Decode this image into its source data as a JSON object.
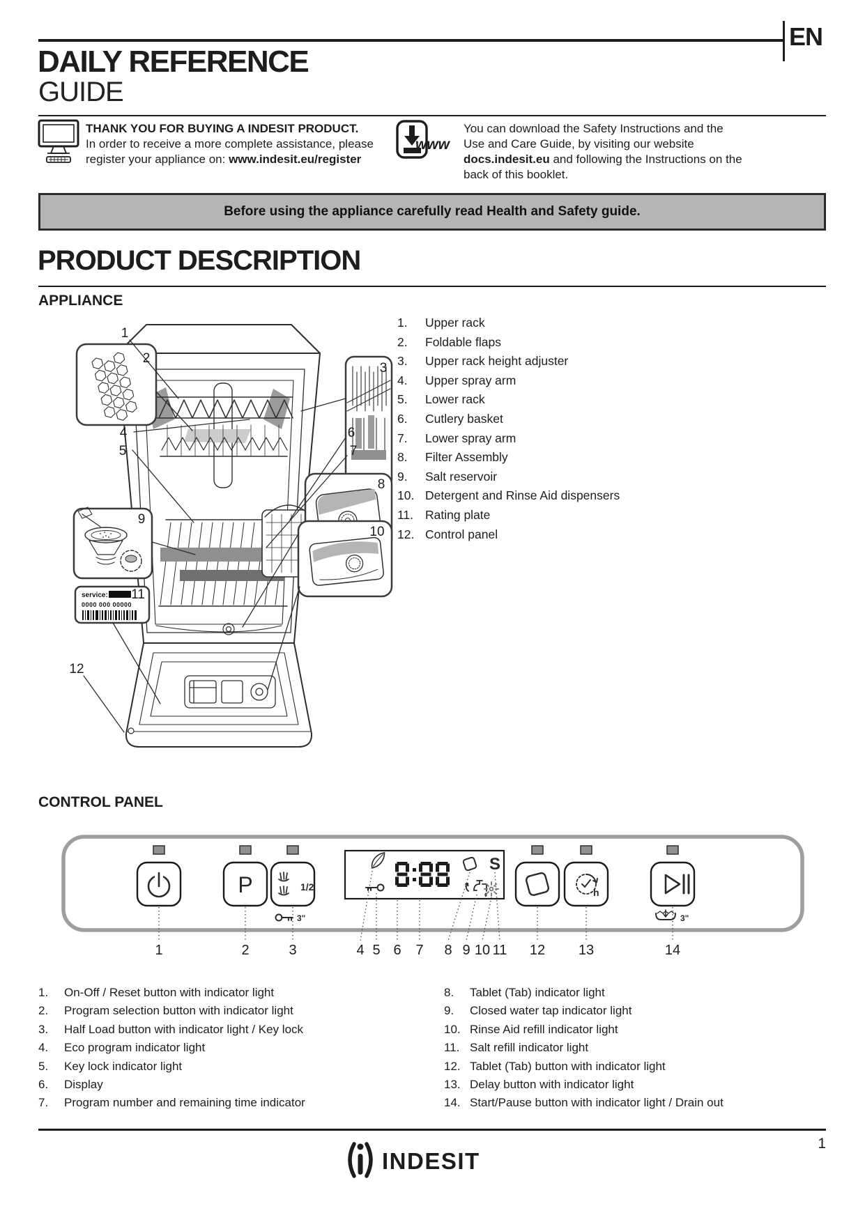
{
  "page": {
    "lang": "EN",
    "number": "1"
  },
  "header": {
    "title_line1": "DAILY REFERENCE",
    "title_line2": "GUIDE"
  },
  "register": {
    "heading": "THANK YOU FOR BUYING A  INDESIT PRODUCT.",
    "line2": "In order to receive a more complete assistance, please",
    "line3_prefix": "register your appliance on: ",
    "line3_bold": "www.indesit.eu/register"
  },
  "download": {
    "www": "www",
    "line1": "You can download the Safety Instructions and the",
    "line2": "Use and Care Guide, by visiting our website",
    "line3_bold": "docs.indesit.eu",
    "line3_rest": " and following the Instructions on the",
    "line4": "back of this booklet."
  },
  "banner": {
    "text": "Before using the appliance carefully read Health and Safety guide."
  },
  "sections": {
    "product_description": "PRODUCT  DESCRIPTION",
    "appliance": "APPLIANCE",
    "control_panel": "CONTROL PANEL"
  },
  "appliance_list": [
    {
      "num": "1.",
      "label": "Upper rack"
    },
    {
      "num": "2.",
      "label": "Foldable flaps"
    },
    {
      "num": "3.",
      "label": "Upper rack height adjuster"
    },
    {
      "num": "4.",
      "label": "Upper spray arm"
    },
    {
      "num": "5.",
      "label": "Lower rack"
    },
    {
      "num": "6.",
      "label": "Cutlery basket"
    },
    {
      "num": "7.",
      "label": "Lower spray arm"
    },
    {
      "num": "8.",
      "label": "Filter Assembly"
    },
    {
      "num": "9.",
      "label": "Salt reservoir"
    },
    {
      "num": "10.",
      "label": "Detergent and Rinse Aid dispensers"
    },
    {
      "num": "11.",
      "label": "Rating plate"
    },
    {
      "num": "12.",
      "label": "Control panel"
    }
  ],
  "figure": {
    "callouts": [
      "1",
      "2",
      "3",
      "4",
      "5",
      "6",
      "7",
      "8",
      "9",
      "10",
      "11",
      "12"
    ],
    "service_label": {
      "title": "service:",
      "code": "0000 000 00000"
    }
  },
  "control_panel": {
    "program_button_label": "P",
    "half_load_fraction": "1/2",
    "display_value": "8:88",
    "salt_indicator": "S",
    "delay_hours_label": "h",
    "key_lock_hold_time": "3\"",
    "drain_hold_time": "3\"",
    "numbers": [
      "1",
      "2",
      "3",
      "4",
      "5",
      "6",
      "7",
      "8",
      "9",
      "10",
      "11",
      "12",
      "13",
      "14"
    ],
    "indicator_color": "#909090"
  },
  "control_list_left": [
    {
      "num": "1.",
      "label": "On-Off / Reset button with indicator light"
    },
    {
      "num": "2.",
      "label": "Program selection button with indicator light"
    },
    {
      "num": "3.",
      "label": "Half Load button with indicator light / Key lock"
    },
    {
      "num": "4.",
      "label": "Eco program indicator light"
    },
    {
      "num": "5.",
      "label": "Key lock indicator light"
    },
    {
      "num": "6.",
      "label": "Display"
    },
    {
      "num": "7.",
      "label": "Program number and remaining time indicator"
    }
  ],
  "control_list_right": [
    {
      "num": "8.",
      "label": "Tablet (Tab) indicator light"
    },
    {
      "num": "9.",
      "label": "Closed water tap indicator light"
    },
    {
      "num": "10.",
      "label": "Rinse Aid refill indicator light"
    },
    {
      "num": "11.",
      "label": "Salt refill indicator light"
    },
    {
      "num": "12.",
      "label": "Tablet (Tab) button with indicator light"
    },
    {
      "num": "13.",
      "label": "Delay button with indicator light"
    },
    {
      "num": "14.",
      "label": "Start/Pause button with indicator light / Drain out"
    }
  ],
  "footer": {
    "brand": "INDESIT",
    "page_number": "1"
  }
}
